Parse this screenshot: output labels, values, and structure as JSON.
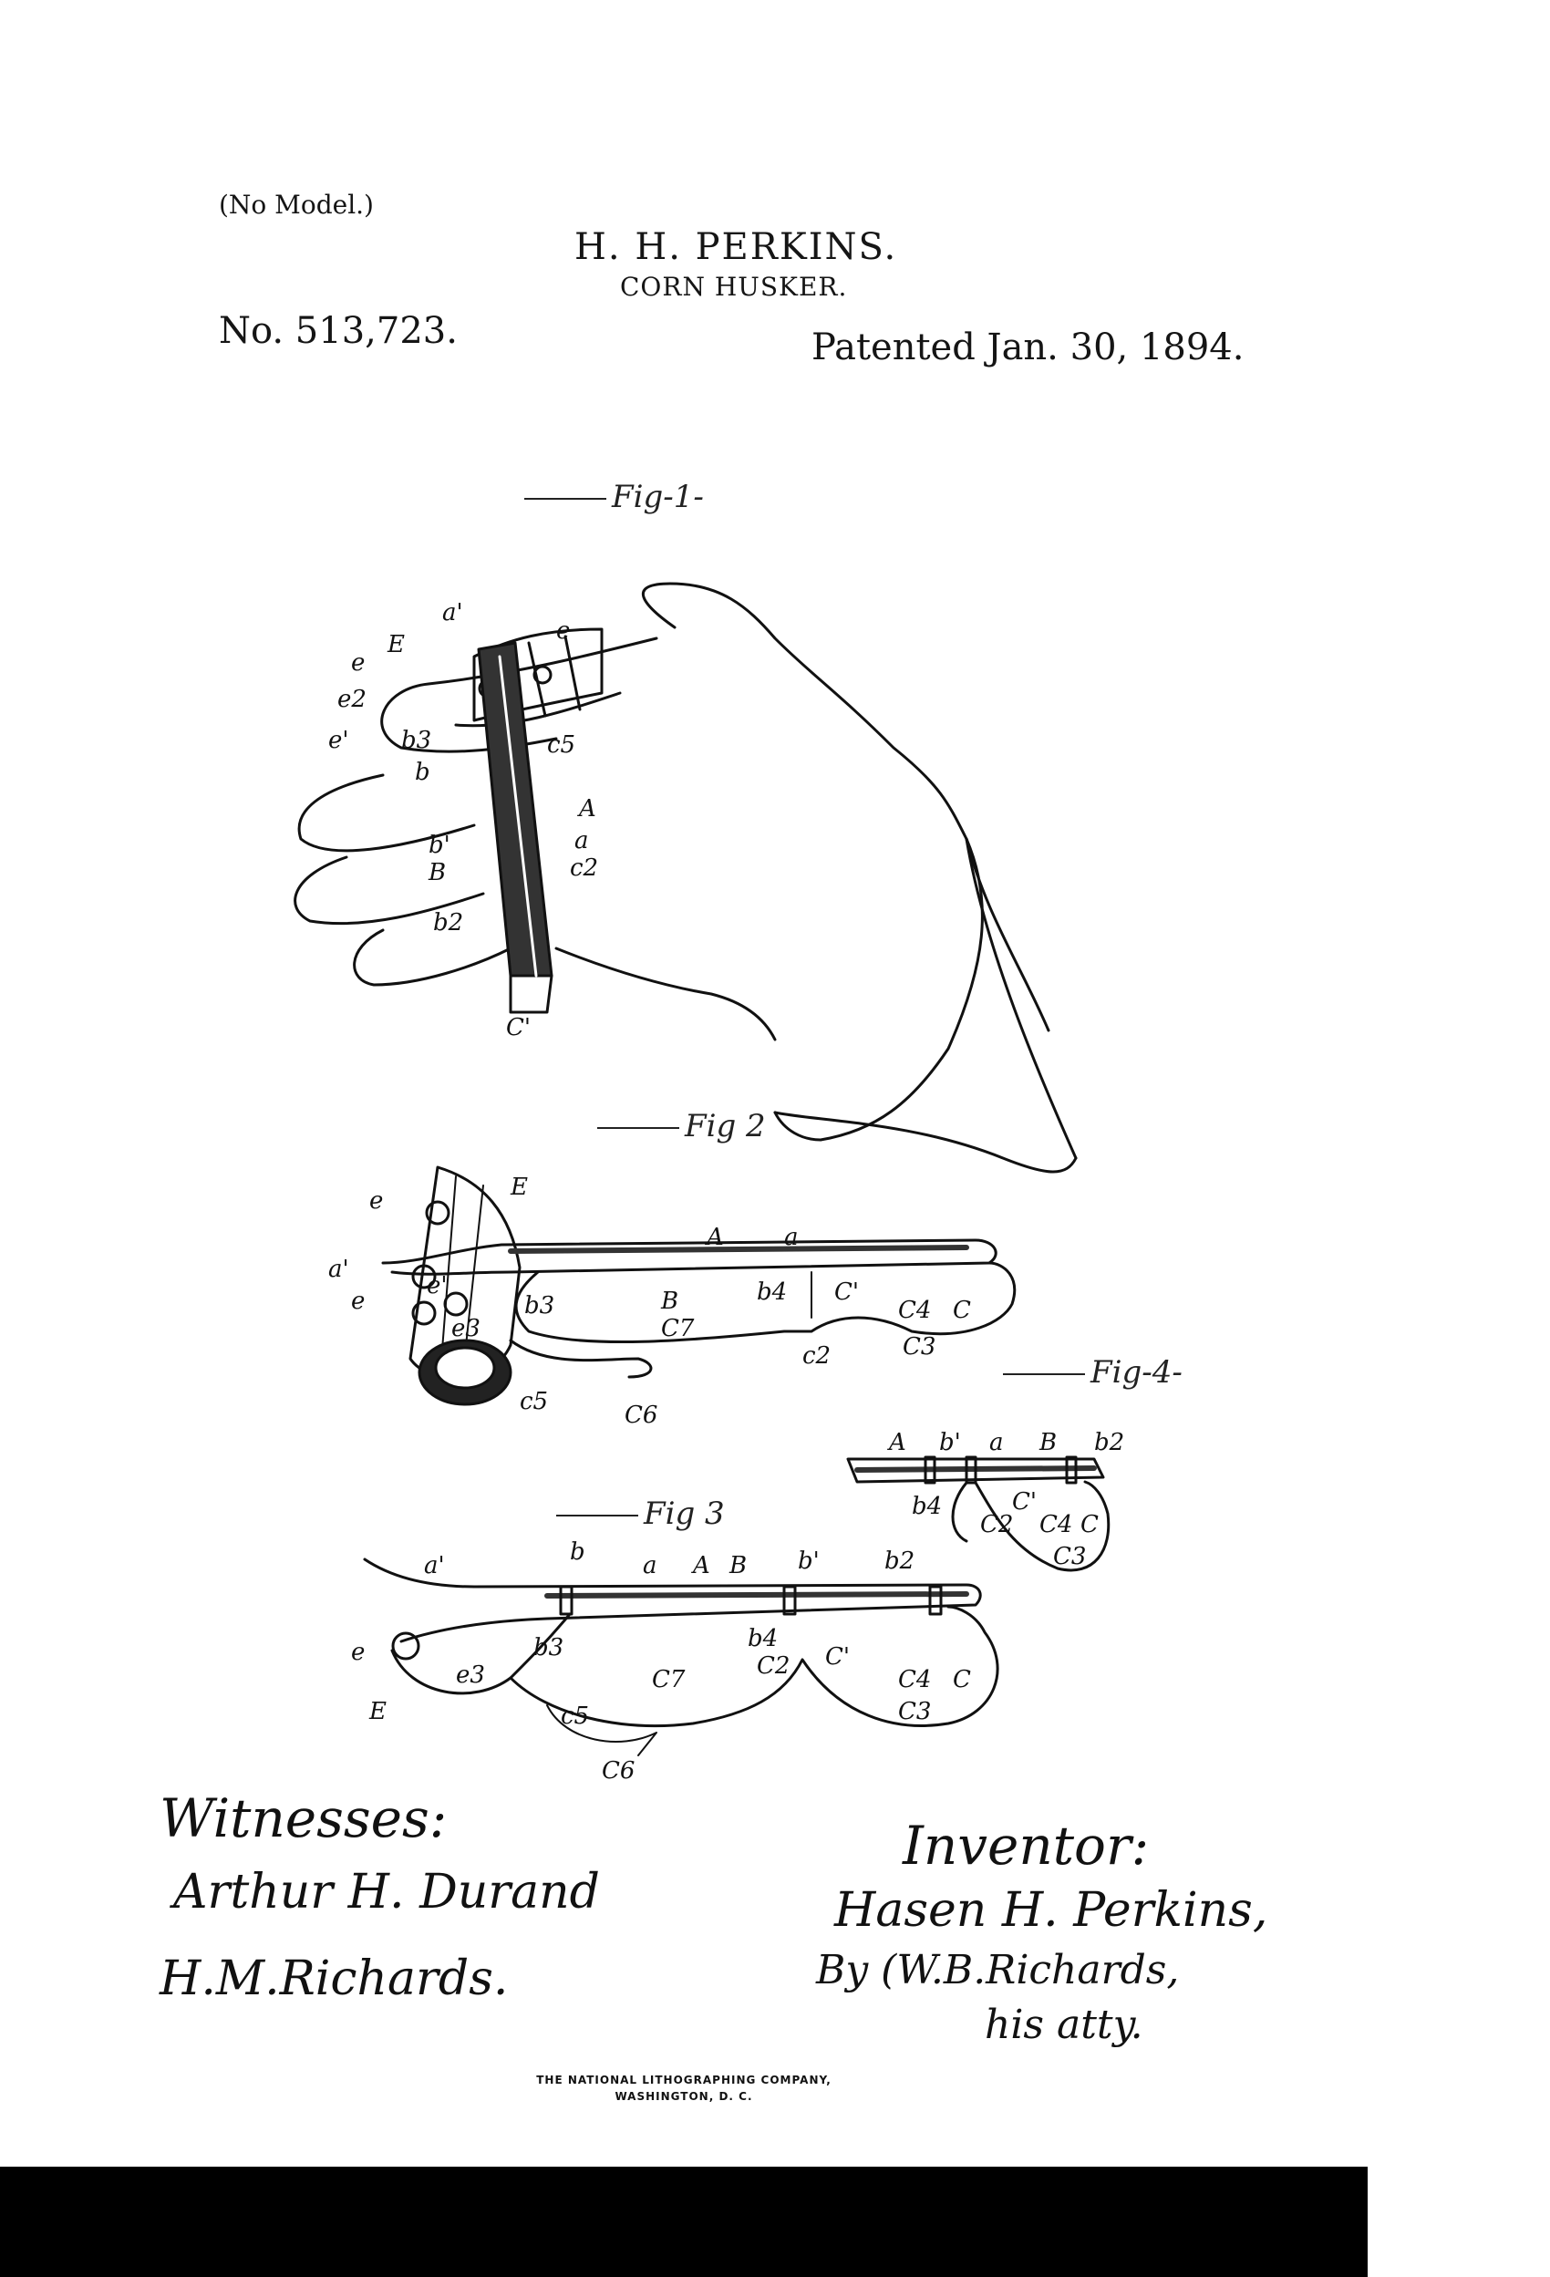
{
  "header": {
    "no_model": "(No Model.)",
    "inventor_name": "H. H. PERKINS.",
    "invention_title": "CORN HUSKER.",
    "patent_number": "No. 513,723.",
    "patent_date": "Patented Jan. 30, 1894."
  },
  "figures": {
    "fig1": {
      "label": "Fig-1-",
      "refs": [
        "a'",
        "E",
        "e",
        "e",
        "e2",
        "e'",
        "b3",
        "c5",
        "b",
        "A",
        "b'",
        "a",
        "c2",
        "B",
        "b2",
        "C'"
      ]
    },
    "fig2": {
      "label": "Fig 2",
      "refs": [
        "E",
        "e",
        "A",
        "a",
        "a'",
        "e",
        "e'",
        "e3",
        "b3",
        "B",
        "C7",
        "b4",
        "C'",
        "C4",
        "C",
        "c2",
        "C3",
        "c5",
        "C6"
      ]
    },
    "fig3": {
      "label": "Fig 3",
      "refs": [
        "a'",
        "b",
        "a",
        "A",
        "B",
        "b'",
        "b2",
        "e",
        "e3",
        "b3",
        "C7",
        "b4",
        "C2",
        "C'",
        "C4",
        "C",
        "E",
        "c5",
        "C3",
        "C6"
      ]
    },
    "fig4": {
      "label": "Fig-4-",
      "refs": [
        "A",
        "b'",
        "a",
        "B",
        "b2",
        "b4",
        "C'",
        "C2",
        "C4",
        "C",
        "C3"
      ]
    }
  },
  "signatures": {
    "witnesses_label": "Witnesses:",
    "witness_1": "Arthur H. Durand",
    "witness_2": "H.M.Richards.",
    "inventor_label": "Inventor:",
    "inventor_signature": "Hasen H. Perkins,",
    "by_attorney": "By (W.B.Richards,",
    "attorney_role": "his atty."
  },
  "footer": {
    "lithographer_line1": "THE NATIONAL LITHOGRAPHING COMPANY,",
    "lithographer_line2": "WASHINGTON, D. C."
  }
}
